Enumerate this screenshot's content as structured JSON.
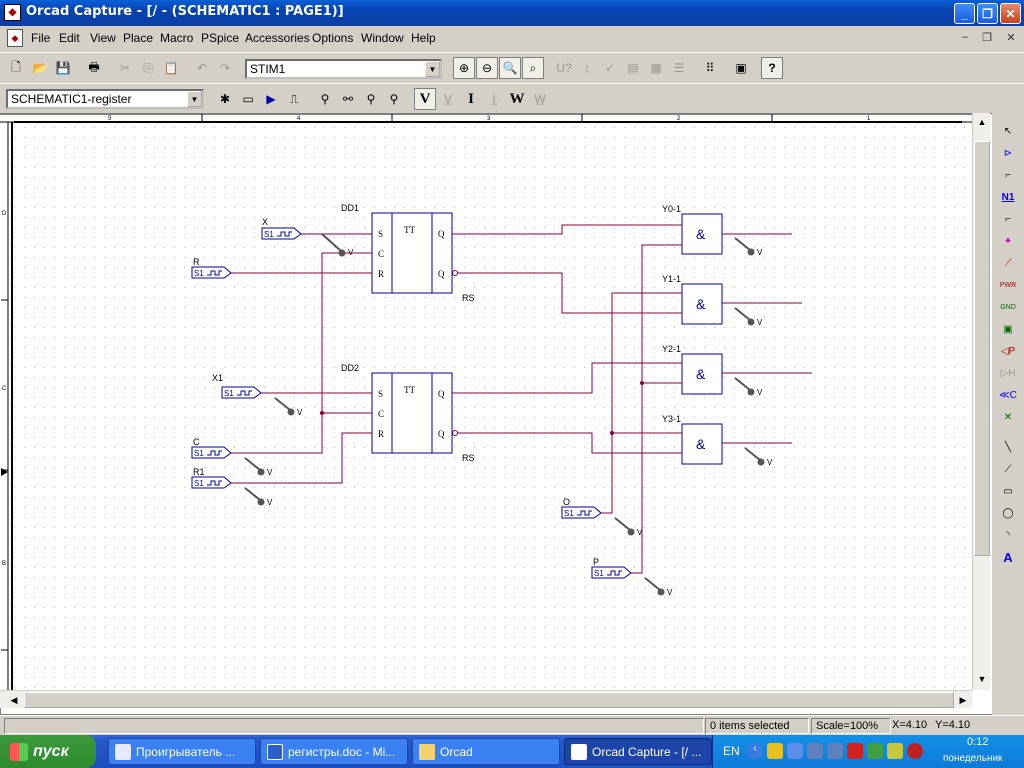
{
  "window": {
    "title": "Orcad Capture - [/ - (SCHEMATIC1 : PAGE1)]",
    "min_label": "_",
    "max_label": "❐",
    "close_label": "✕"
  },
  "menu": [
    "File",
    "Edit",
    "View",
    "Place",
    "Macro",
    "PSpice",
    "Accessories",
    "Options",
    "Window",
    "Help"
  ],
  "mdi": {
    "min": "–",
    "restore": "❐",
    "close": "✕"
  },
  "toolbar1": {
    "stim_combo": "STIM1",
    "help_label": "?"
  },
  "toolbar2": {
    "schematic_combo": "SCHEMATIC1-register",
    "v_label": "V",
    "i_label": "I",
    "w_label": "W"
  },
  "ruler": {
    "marks": [
      "5",
      "4",
      "3",
      "2",
      "1"
    ],
    "left_marks": [
      "D",
      "C",
      "B"
    ]
  },
  "schematic": {
    "flipflops": [
      {
        "ref": "DD1",
        "type": "TT",
        "out": "RS",
        "pins": [
          "S",
          "C",
          "R",
          "Q",
          "Q"
        ]
      },
      {
        "ref": "DD2",
        "type": "TT",
        "out": "RS",
        "pins": [
          "S",
          "C",
          "R",
          "Q",
          "Q"
        ]
      }
    ],
    "gates": [
      {
        "ref": "Y0-1",
        "sym": "&"
      },
      {
        "ref": "Y1-1",
        "sym": "&"
      },
      {
        "ref": "Y2-1",
        "sym": "&"
      },
      {
        "ref": "Y3-1",
        "sym": "&"
      }
    ],
    "stimuli": [
      {
        "name": "X",
        "src": "S1"
      },
      {
        "name": "R",
        "src": "S1"
      },
      {
        "name": "X1",
        "src": "S1"
      },
      {
        "name": "C",
        "src": "S1"
      },
      {
        "name": "R1",
        "src": "S1"
      },
      {
        "name": "O",
        "src": "S1"
      },
      {
        "name": "P",
        "src": "S1"
      }
    ],
    "probe_label": "V"
  },
  "status": {
    "selected": "0 items selected",
    "scale": "Scale=100%",
    "x": "X=4.10",
    "y": "Y=4.10"
  },
  "taskbar": {
    "start": "пуск",
    "tasks": [
      "Проигрыватель ...",
      "регистры.doc - Mi...",
      "Orcad",
      "Orcad Capture - [/ ..."
    ],
    "lang": "EN",
    "time": "0:12",
    "day": "понедельник"
  },
  "colors": {
    "wire": "#800040",
    "part": "#0000a0",
    "titlebar": "#0a5fd8",
    "taskbar": "#245edb"
  }
}
